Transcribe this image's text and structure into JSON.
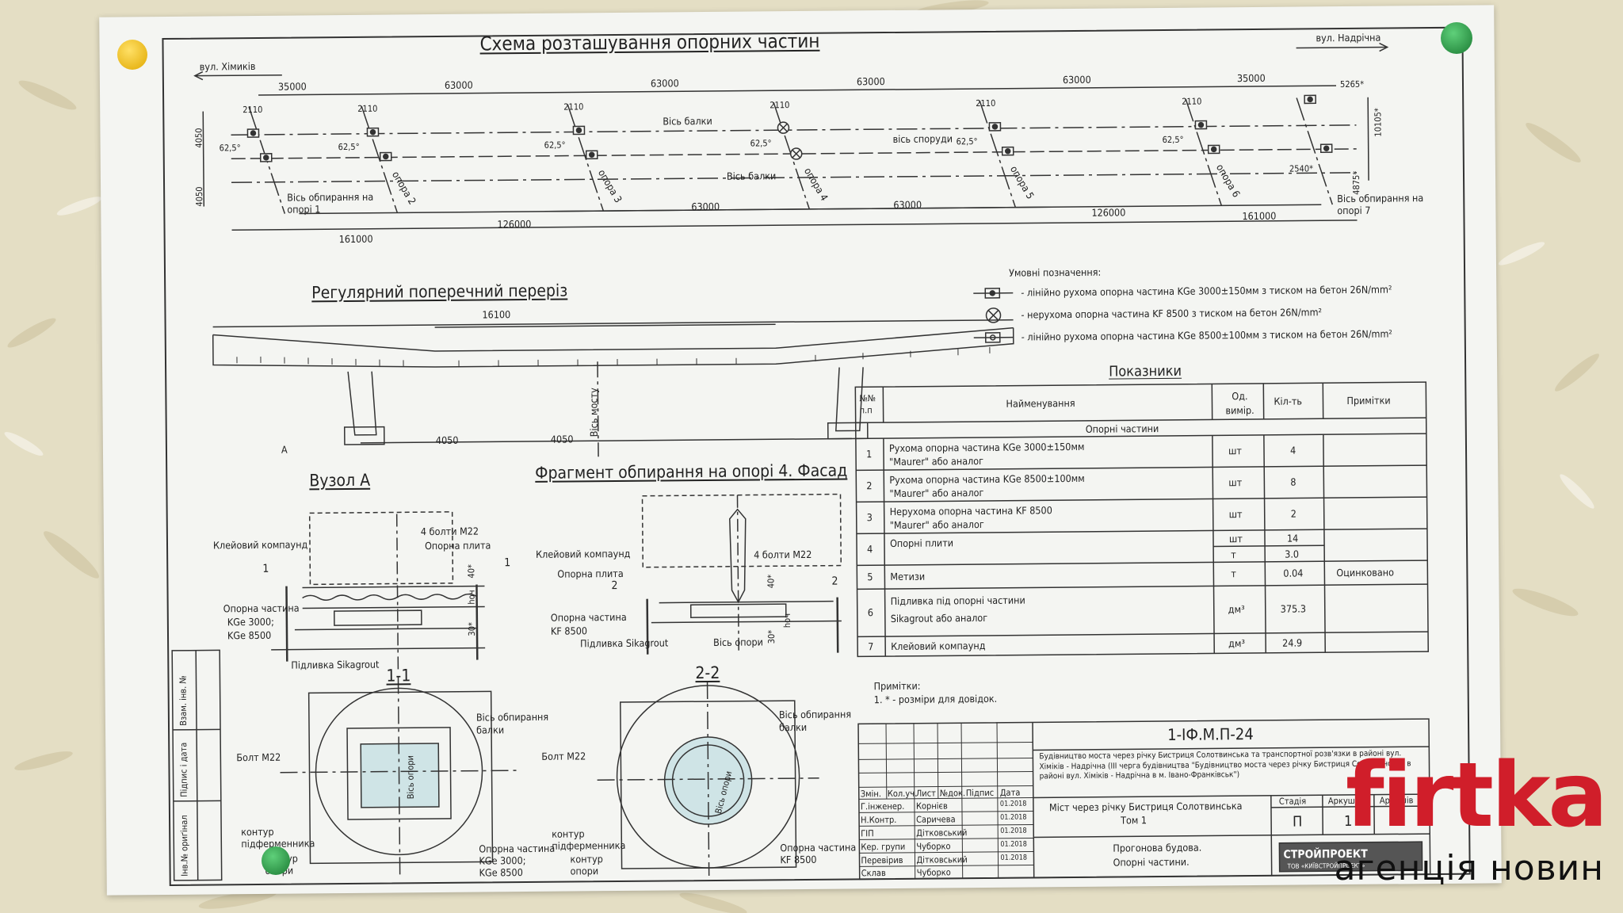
{
  "plan": {
    "title": "Схема розташування опорних частин",
    "left_street": "вул. Хімиків",
    "right_street": "вул. Надрічна",
    "top_spans": [
      "35000",
      "63000",
      "63000",
      "63000",
      "63000",
      "35000"
    ],
    "bottom_spans": [
      "126000",
      "63000",
      "63000",
      "126000"
    ],
    "bottom_total_left": "161000",
    "bottom_total_right": "161000",
    "small_dim": "2110",
    "angle": "62,5°",
    "left_heights": [
      "4050",
      "4050"
    ],
    "right_dims": [
      "5265*",
      "10105*",
      "2540*",
      "4875*"
    ],
    "axis_beam_1": "Вісь балки",
    "axis_beam_2": "Вісь балки",
    "axis_structure": "вісь споруди",
    "support_1": "Вісь обпирання на опорі 1",
    "support_2": "опора 2",
    "support_3": "опора 3",
    "support_4": "опора 4",
    "support_5": "опора 5",
    "support_6": "опора 6",
    "support_7": "Вісь обпирання на опорі 7"
  },
  "legend": {
    "title": "Умовні позначення:",
    "items": [
      "- лінійно рухома опорна частина KGe 3000±150мм з тиском на бетон 26N/mm²",
      "- нерухома опорна частина KF 8500 з тиском на бетон 26N/mm²",
      "- лінійно рухома опорна частина KGe 8500±100мм з тиском на бетон 26N/mm²"
    ]
  },
  "section": {
    "title": "Регулярний поперечний переріз",
    "width": "16100",
    "offset_left": "4050",
    "offset_right": "4050",
    "axis_label": "Вісь мосту",
    "node_mark": "А"
  },
  "node_a": {
    "title": "Вузол А",
    "glue": "Клейовий компаунд",
    "bolts": "4 болти М22",
    "plate": "Опорна плита",
    "bearing_l1": "Опорна частина",
    "bearing_l2": "KGe 3000;",
    "bearing_l3": "KGe 8500",
    "grout": "Підливка Sikagrout",
    "dim_40": "40*",
    "dim_hoch": "hоч",
    "dim_30": "30*",
    "cut": "1"
  },
  "fragment": {
    "title": "Фрагмент обпирання на опорі 4. Фасад",
    "glue": "Клейовий компаунд",
    "bolts": "4 болти М22",
    "plate": "Опорна плита",
    "bearing_l1": "Опорна частина",
    "bearing_l2": "KF 8500",
    "grout": "Підливка Sikagrout",
    "axis": "Вісь опори",
    "dim_40": "40*",
    "dim_hoch": "hоч",
    "dim_30": "30*",
    "cut": "2"
  },
  "cut_1": {
    "title": "1-1",
    "axis_l1": "Вісь обпирання",
    "axis_l2": "балки",
    "bolt": "Болт М22",
    "contour_plinth_l1": "контур",
    "contour_plinth_l2": "підферменника",
    "contour_support_l1": "контур",
    "contour_support_l2": "опори",
    "bearing_l1": "Опорна частина",
    "bearing_l2": "KGe 3000;",
    "bearing_l3": "KGe 8500",
    "center": "Вісь опори"
  },
  "cut_2": {
    "title": "2-2",
    "axis_l1": "Вісь обпирання",
    "axis_l2": "балки",
    "bolt": "Болт М22",
    "contour_plinth_l1": "контур",
    "contour_plinth_l2": "підферменника",
    "contour_support_l1": "контур",
    "contour_support_l2": "опори",
    "bearing_l1": "Опорна частина",
    "bearing_l2": "KF 8500",
    "center": "Вісь опори"
  },
  "indicators": {
    "title": "Показники",
    "headers": [
      "№№ п.п",
      "Найменування",
      "Од. вимір.",
      "Кіл-ть",
      "Примітки"
    ],
    "group": "Опорні частини",
    "rows": [
      {
        "n": "1",
        "name": "Рухома опорна частина KGe 3000±150мм",
        "name2": "\"Maurer\" або аналог",
        "unit": "шт",
        "qty": "4",
        "note": ""
      },
      {
        "n": "2",
        "name": "Рухома опорна частина KGe 8500±100мм",
        "name2": "\"Maurer\" або аналог",
        "unit": "шт",
        "qty": "8",
        "note": ""
      },
      {
        "n": "3",
        "name": "Нерухома опорна частина KF 8500",
        "name2": "\"Maurer\" або аналог",
        "unit": "шт",
        "qty": "2",
        "note": ""
      },
      {
        "n": "4",
        "name": "Опорні плити",
        "name2": "",
        "unit": "шт",
        "qty": "14",
        "unit2": "т",
        "qty2": "3.0",
        "note": ""
      },
      {
        "n": "5",
        "name": "Метизи",
        "name2": "",
        "unit": "т",
        "qty": "0.04",
        "note": "Оцинковано"
      },
      {
        "n": "6",
        "name": "Підливка під опорні частини",
        "name2": "Sikagrout або аналог",
        "unit": "дм³",
        "qty": "375.3",
        "note": ""
      },
      {
        "n": "7",
        "name": "Клейовий компаунд",
        "name2": "",
        "unit": "дм³",
        "qty": "24.9",
        "note": ""
      }
    ]
  },
  "notes": {
    "title": "Примітки:",
    "line": "1. * - розміри для довідок."
  },
  "stamp": {
    "code": "1-ІФ.М.П-24",
    "description": "Будівництво моста через річку Бистриця Солотвинська та транспортної розв'язки в районі вул. Хіміків - Надрічна (ІІІ черга будівництва \"Будівництво моста через річку Бистриця Солотвинська в районі вул. Хіміків - Надрічна в м. Івано-Франківськ\")",
    "object_l1": "Міст через річку Бистриця Солотвинська",
    "object_l2": "Том 1",
    "sheet_l1": "Прогонова будова.",
    "sheet_l2": "Опорні частини.",
    "col_headers": [
      "Змін.",
      "Кол.уч.",
      "Лист",
      "№док.",
      "Підпис",
      "Дата"
    ],
    "stage_headers": [
      "Стадія",
      "Аркуш",
      "Аркушів"
    ],
    "stage_values": [
      "П",
      "1",
      ""
    ],
    "people": [
      {
        "role": "Г.інженер.",
        "name": "Корнієв",
        "date": "01.2018"
      },
      {
        "role": "Н.Контр.",
        "name": "Саричева",
        "date": "01.2018"
      },
      {
        "role": "ГІП",
        "name": "Дітковський",
        "date": "01.2018"
      },
      {
        "role": "Кер. групи",
        "name": "Чуборко",
        "date": "01.2018"
      },
      {
        "role": "Перевірив",
        "name": "Дітковський",
        "date": "01.2018"
      },
      {
        "role": "Склав",
        "name": "Чуборко",
        "date": "01.2018"
      }
    ],
    "company": "СТРОЙПРОЕКТ",
    "company_sub": "ТОВ «КИЇВСТРОЙПРОЕКТ»"
  },
  "side_stamp": [
    "Взам. інв. №",
    "Підпис і дата",
    "Інв.№ ориґінал"
  ],
  "brand": {
    "name": "firtka",
    "sub": "агенція новин",
    "color": "#d01e2a"
  }
}
